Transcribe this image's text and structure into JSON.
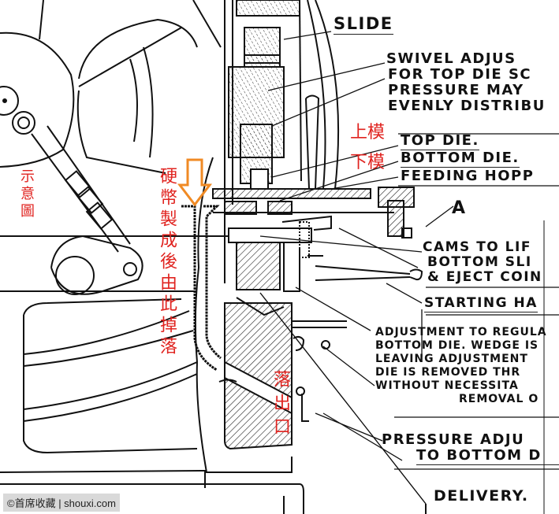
{
  "diagram": {
    "subject": "coin press cross-section",
    "colors": {
      "line": "#111111",
      "annotation_red": "#e0231f",
      "arrow_orange": "#f08a24",
      "watermark_bg": "#d9d9d9"
    },
    "labels": {
      "slide": "SLIDE",
      "swivel": [
        "SWIVEL ADJUS",
        "FOR TOP DIE SC",
        "PRESSURE MAY",
        "EVENLY DISTRIBU"
      ],
      "top_die": "TOP DIE.",
      "bottom_die": "BOTTOM DIE.",
      "feeding_hopper": "FEEDING HOPP",
      "a_marker": "A",
      "cams": [
        "CAMS TO LIF",
        "BOTTOM SLI",
        "& EJECT COIN"
      ],
      "starting_handle": "STARTING HA",
      "adjustment": [
        "ADJUSTMENT TO REGULA",
        "BOTTOM DIE. WEDGE IS",
        "LEAVING ADJUSTMENT",
        "DIE IS REMOVED THR",
        "WITHOUT NECESSITA",
        "REMOVAL O"
      ],
      "pressure_adj": [
        "PRESSURE ADJU",
        "TO BOTTOM D"
      ],
      "delivery": "DELIVERY."
    },
    "annotations_zh": {
      "schematic": "示意圖",
      "upper_die": "上模",
      "lower_die": "下模",
      "coin_drop": "硬幣製成後由此掉落",
      "outlet": "落出口"
    },
    "watermark": "©首席收藏 | shouxi.com"
  }
}
